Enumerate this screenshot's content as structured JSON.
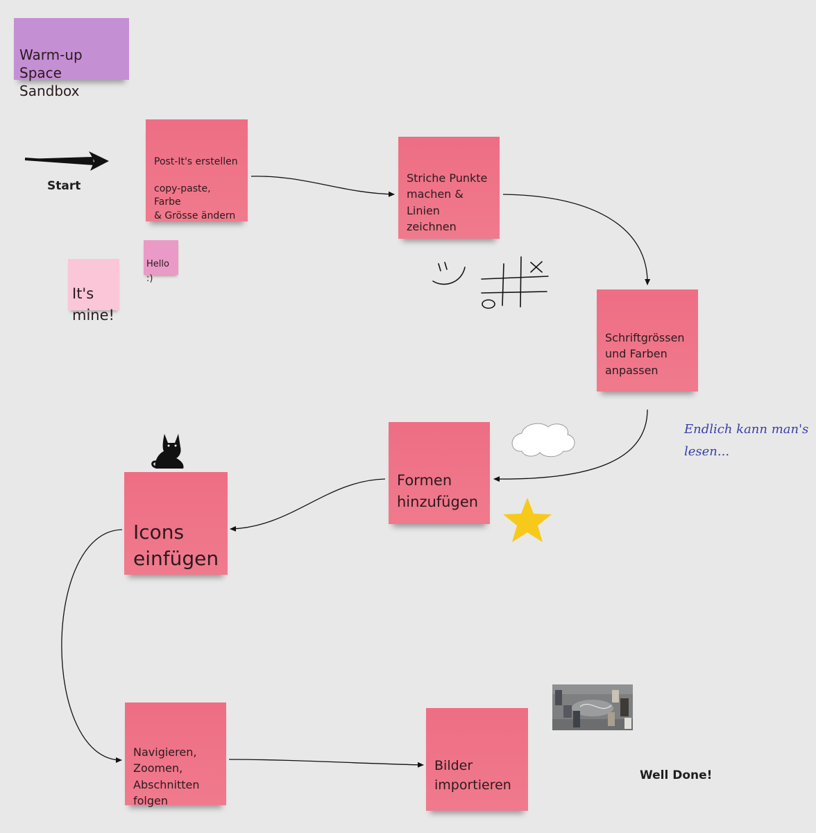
{
  "board": {
    "title_note": "Warm-up Space\nSandbox",
    "start_label": "Start",
    "end_label": "Well Done!",
    "handwriting": "Endlich kann man's\nlesen...",
    "notes": [
      {
        "id": "post-its",
        "text": "Post-It's erstellen\n\ncopy-paste, Farbe\n& Grösse ändern"
      },
      {
        "id": "striche",
        "text": "Striche Punkte\nmachen &\nLinien\nzeichnen"
      },
      {
        "id": "schrift",
        "text": "Schriftgrössen\nund Farben\nanpassen"
      },
      {
        "id": "formen",
        "text": "Formen\nhinzufügen"
      },
      {
        "id": "icons",
        "text": "Icons\neinfügen"
      },
      {
        "id": "navigieren",
        "text": "Navigieren,\nZoomen,\nAbschnitten\nfolgen"
      },
      {
        "id": "bilder",
        "text": "Bilder\nimportieren"
      }
    ],
    "small_notes": {
      "hello": "Hello\n:)",
      "mine": "It's\nmine!"
    }
  },
  "colors": {
    "canvas": "#e8e8e8",
    "note_pink": "#ee6e84",
    "note_purple": "#c58fd4",
    "note_light_pink": "#fbc6d8",
    "note_hello": "#ea9ac6",
    "star": "#f7c91a",
    "handwriting": "#3a3fa8"
  },
  "icons": [
    "arrow-icon",
    "cat-icon",
    "cloud-icon",
    "star-icon",
    "smiley-doodle",
    "tic-tac-toe-doodle"
  ]
}
